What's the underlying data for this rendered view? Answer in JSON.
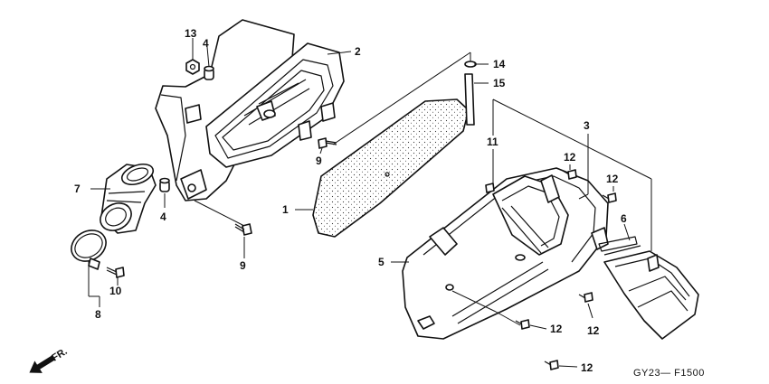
{
  "labels": {
    "p1": "1",
    "p2": "2",
    "p3": "3",
    "p4a": "4",
    "p4b": "4",
    "p5": "5",
    "p6": "6",
    "p7": "7",
    "p8": "8",
    "p9a": "9",
    "p9b": "9",
    "p10": "10",
    "p11": "11",
    "p12a": "12",
    "p12b": "12",
    "p12c": "12",
    "p12d": "12",
    "p12e": "12",
    "p13": "13",
    "p14": "14",
    "p15": "15"
  },
  "front_marker": "FR.",
  "diagram_code": "GY23— F1500"
}
